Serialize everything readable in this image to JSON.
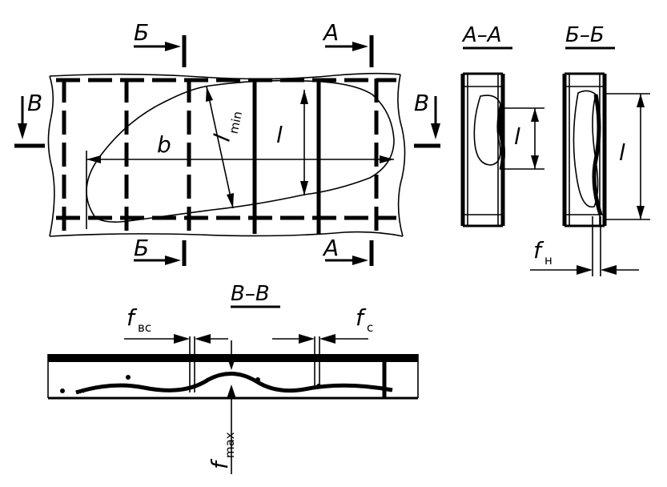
{
  "sections": {
    "b_label": "Б",
    "a_label": "А",
    "v_label": "В",
    "aa_title": "А–А",
    "bb_title": "Б–Б",
    "vv_title": "В–В"
  },
  "dims": {
    "b": "b",
    "l": "l",
    "l_min_main": "l",
    "l_min_sub": "min",
    "f_n_main": "f",
    "f_n_sub": "н",
    "f_vc_main": "f",
    "f_vc_sub": "вс",
    "f_c_main": "f",
    "f_c_sub": "с",
    "f_max_main": "f",
    "f_max_sub": "max"
  }
}
